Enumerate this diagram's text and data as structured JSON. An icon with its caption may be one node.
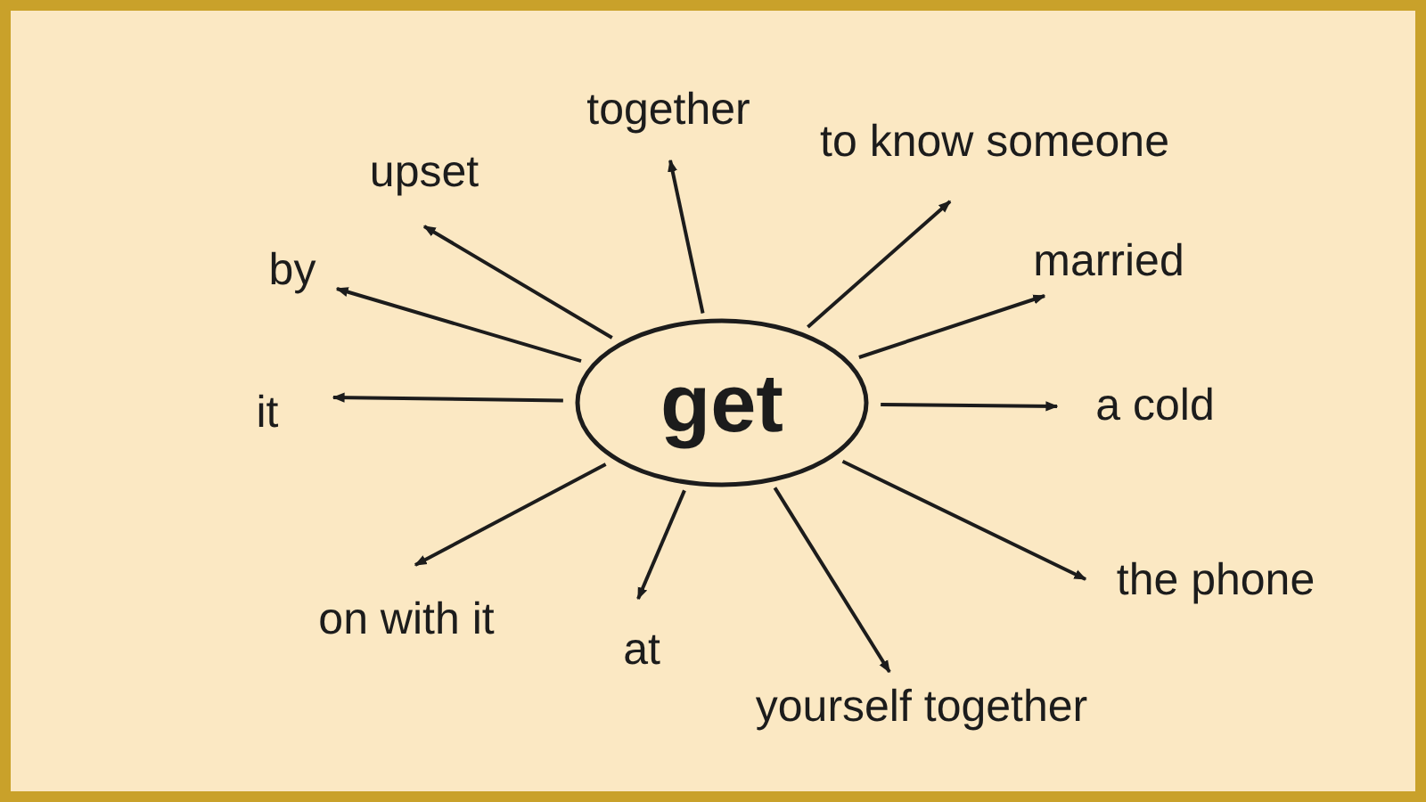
{
  "diagram": {
    "nodes": [
      {
        "text": [
          "get"
        ]
      },
      {
        "text": [
          "together"
        ]
      },
      {
        "text": [
          "to know someone"
        ]
      },
      {
        "text": [
          "upset"
        ]
      },
      {
        "text": [
          "married"
        ]
      },
      {
        "text": [
          "by"
        ]
      },
      {
        "text": [
          "it"
        ]
      },
      {
        "text": [
          "a cold"
        ]
      },
      {
        "text": [
          "the phone"
        ]
      },
      {
        "text": [
          "on with it"
        ]
      },
      {
        "text": [
          "at"
        ]
      },
      {
        "text": [
          "yourself together"
        ]
      }
    ],
    "edges": [
      {
        "from": 0,
        "to": 1,
        "arrow": "to"
      },
      {
        "from": 0,
        "to": 2,
        "arrow": "to"
      },
      {
        "from": 0,
        "to": 3,
        "arrow": "to"
      },
      {
        "from": 0,
        "to": 4,
        "arrow": "to"
      },
      {
        "from": 0,
        "to": 5,
        "arrow": "to"
      },
      {
        "from": 0,
        "to": 6,
        "arrow": "to"
      },
      {
        "from": 0,
        "to": 7,
        "arrow": "to"
      },
      {
        "from": 0,
        "to": 8,
        "arrow": "to"
      },
      {
        "from": 0,
        "to": 9,
        "arrow": "to"
      },
      {
        "from": 0,
        "to": 10,
        "arrow": "to"
      },
      {
        "from": 0,
        "to": 11,
        "arrow": "to"
      }
    ]
  }
}
